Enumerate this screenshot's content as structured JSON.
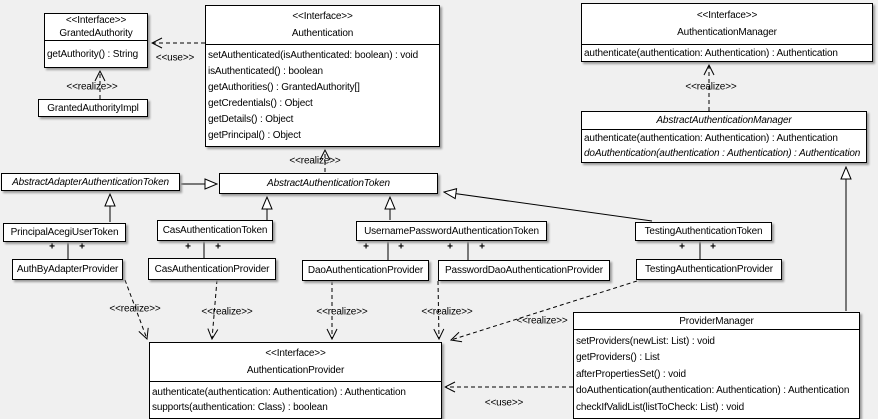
{
  "colors": {
    "background": "#f0f0f0",
    "box_fill": "#ffffff",
    "line": "#000000",
    "shadow": "#999999"
  },
  "labels": {
    "interface_stereotype": "<<Interface>>",
    "use": "<<use>>",
    "realize": "<<realize>>",
    "plus": "+"
  },
  "classes": {
    "granted_authority": {
      "name": "GrantedAuthority",
      "methods": [
        "getAuthority() : String"
      ]
    },
    "granted_authority_impl": {
      "name": "GrantedAuthorityImpl"
    },
    "authentication": {
      "name": "Authentication",
      "methods": [
        "setAuthenticated(isAuthenticated: boolean) : void",
        "isAuthenticated() : boolean",
        "getAuthorities() : GrantedAuthority[]",
        "getCredentials() : Object",
        "getDetails() : Object",
        "getPrincipal() : Object"
      ]
    },
    "authentication_manager": {
      "name": "AuthenticationManager",
      "methods": [
        "authenticate(authentication: Authentication) : Authentication"
      ]
    },
    "abstract_authentication_manager": {
      "name": "AbstractAuthenticationManager",
      "methods": [
        "authenticate(authentication: Authentication) : Authentication",
        "doAuthentication(authentication : Authentication) : Authentication"
      ]
    },
    "abstract_adapter_authentication_token": {
      "name": "AbstractAdapterAuthenticationToken"
    },
    "abstract_authentication_token": {
      "name": "AbstractAuthenticationToken"
    },
    "principal_acegi_user_token": {
      "name": "PrincipalAcegiUserToken"
    },
    "cas_authentication_token": {
      "name": "CasAuthenticationToken"
    },
    "username_password_authentication_token": {
      "name": "UsernamePasswordAuthenticationToken"
    },
    "testing_authentication_token": {
      "name": "TestingAuthenticationToken"
    },
    "auth_by_adapter_provider": {
      "name": "AuthByAdapterProvider"
    },
    "cas_authentication_provider": {
      "name": "CasAuthenticationProvider"
    },
    "dao_authentication_provider": {
      "name": "DaoAuthenticationProvider"
    },
    "password_dao_authentication_provider": {
      "name": "PasswordDaoAuthenticationProvider"
    },
    "testing_authentication_provider": {
      "name": "TestingAuthenticationProvider"
    },
    "provider_manager": {
      "name": "ProviderManager",
      "methods": [
        "setProviders(newList: List) : void",
        "getProviders() : List",
        "afterPropertiesSet() : void",
        "doAuthentication(authentication: Authentication) : Authentication",
        "checkIfValidList(listToCheck: List) : void"
      ]
    },
    "authentication_provider": {
      "name": "AuthenticationProvider",
      "methods": [
        "authenticate(authentication: Authentication) : Authentication",
        "supports(authentication: Class) : boolean"
      ]
    }
  }
}
